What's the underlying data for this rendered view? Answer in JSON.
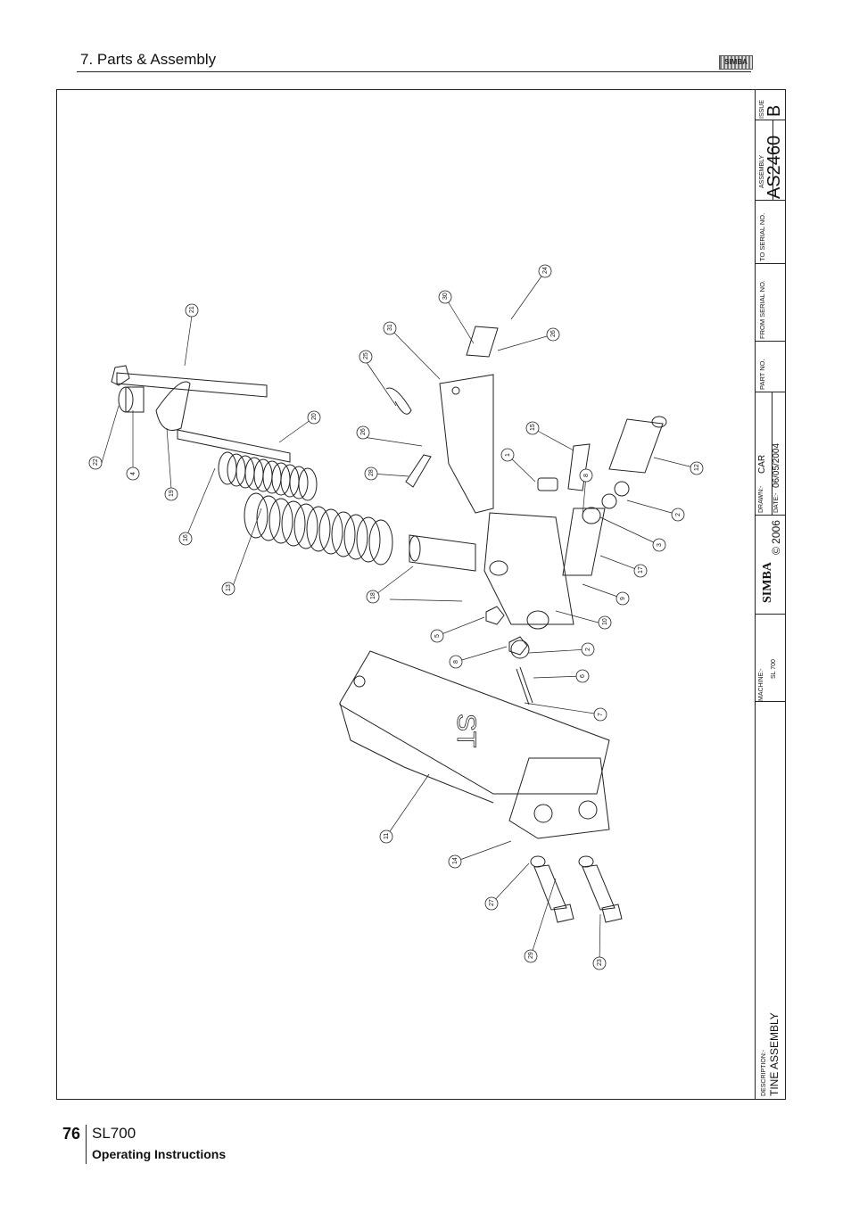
{
  "header": {
    "section_title": "7. Parts & Assembly",
    "logo_text": "SIMBA"
  },
  "title_block": {
    "issue_label": "ISSUE",
    "issue_value": "B",
    "assembly_label": "ASSEMBLY",
    "assembly_value": "AS2460",
    "to_serial_label": "TO SERIAL NO.",
    "from_serial_label": "FROM SERIAL NO.",
    "part_no_label": "PART NO.",
    "drawn_label": "DRAWN:-",
    "drawn_value": "CAR",
    "date_label": "DATE:-",
    "date_value": "06/05/2004",
    "copyright": "© 2006",
    "brand": "SIMBA",
    "machine_label": "MACHINE:-",
    "machine_value": "SL 700",
    "description_label": "DESCRIPTION:-",
    "description_value": "TINE ASSEMBLY"
  },
  "drawing": {
    "stamp_text": "ST",
    "callouts": [
      "21",
      "22",
      "4",
      "19",
      "16",
      "13",
      "20",
      "25",
      "26",
      "28",
      "18",
      "30",
      "31",
      "24",
      "26",
      "1",
      "15",
      "8",
      "12",
      "2",
      "3",
      "17",
      "9",
      "10",
      "5",
      "8",
      "2",
      "6",
      "7",
      "11",
      "14",
      "27",
      "29",
      "23"
    ]
  },
  "footer": {
    "page_number": "76",
    "model": "SL700",
    "subtitle": "Operating Instructions"
  }
}
